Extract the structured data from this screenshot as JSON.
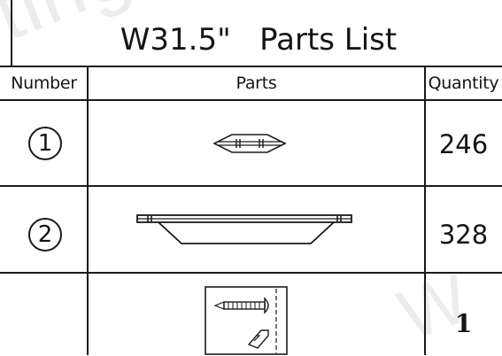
{
  "title": "W31.5\"   Parts List",
  "watermark": [
    "ting.com",
    "W"
  ],
  "headers": {
    "number": "Number",
    "parts": "Parts",
    "quantity": "Quantity"
  },
  "rows": [
    {
      "number": "1",
      "part_icon": "diamond-connector-icon",
      "quantity": "246"
    },
    {
      "number": "2",
      "part_icon": "trapezoid-bracket-icon",
      "quantity": "328"
    },
    {
      "number": "",
      "part_icon": "screw-and-hook-packet-icon",
      "quantity": "1"
    }
  ],
  "colors": {
    "line": "#1a1a1a",
    "text": "#151515",
    "watermark": "#ececec"
  }
}
